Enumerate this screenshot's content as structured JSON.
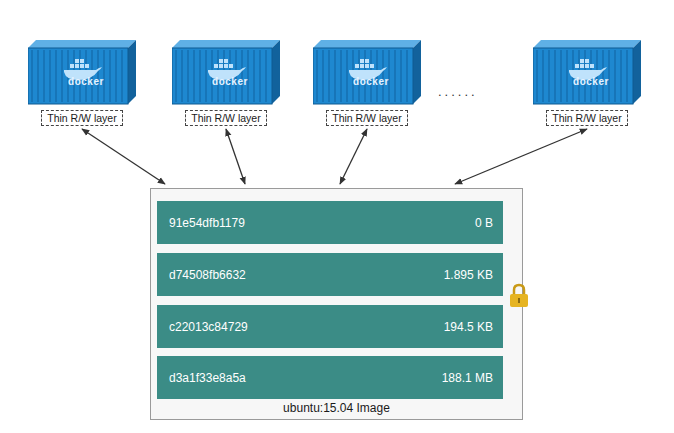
{
  "diagram": {
    "nodes": [
      {
        "text": [
          "docker",
          "Thin R/W layer"
        ]
      },
      {
        "text": [
          "docker",
          "Thin R/W layer"
        ]
      },
      {
        "text": [
          "docker",
          "Thin R/W layer"
        ]
      },
      {
        "text": [
          "docker",
          "Thin R/W layer"
        ]
      },
      {
        "text": [
          "ubuntu:15.04 Image"
        ]
      },
      {
        "text": [
          "91e54dfb1179",
          "0 B"
        ],
        "in": 4
      },
      {
        "text": [
          "d74508fb6632",
          "1.895 KB"
        ],
        "in": 4
      },
      {
        "text": [
          "c22013c84729",
          "194.5 KB"
        ],
        "in": 4
      },
      {
        "text": [
          "d3a1f33e8a5a",
          "188.1 MB"
        ],
        "in": 4
      }
    ],
    "edges": [
      {
        "from": 4,
        "to": 0,
        "arrow": "both"
      },
      {
        "from": 4,
        "to": 1,
        "arrow": "both"
      },
      {
        "from": 4,
        "to": 2,
        "arrow": "both"
      },
      {
        "from": 4,
        "to": 3,
        "arrow": "both"
      }
    ],
    "labels": [
      "......"
    ]
  }
}
